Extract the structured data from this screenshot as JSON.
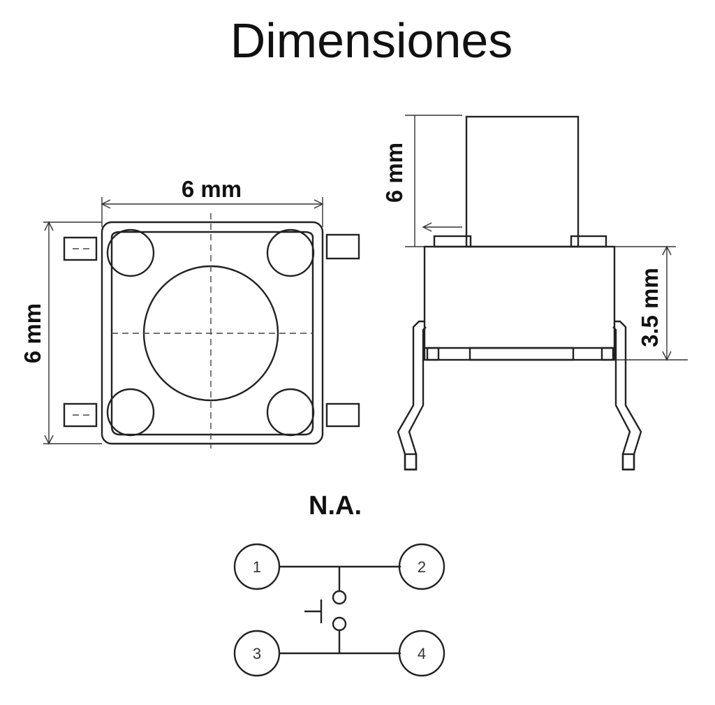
{
  "title": "Dimensiones",
  "top_view": {
    "width_label": "6 mm",
    "height_label": "6 mm"
  },
  "side_view": {
    "actuator_label": "6 mm",
    "body_label": "3.5 mm"
  },
  "schematic": {
    "label": "N.A.",
    "pins": [
      "1",
      "2",
      "3",
      "4"
    ]
  }
}
